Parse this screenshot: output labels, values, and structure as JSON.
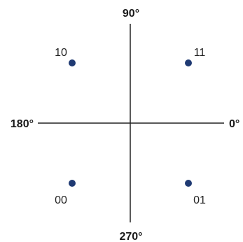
{
  "colors": {
    "axis": "#222222",
    "point": "#1f3a73",
    "text": "#1a1a1a"
  },
  "axes": {
    "angle_0": "0°",
    "angle_90": "90°",
    "angle_180": "180°",
    "angle_270": "270°"
  },
  "points": [
    {
      "label": "11",
      "i": 1,
      "q": 1
    },
    {
      "label": "10",
      "i": -1,
      "q": 1
    },
    {
      "label": "00",
      "i": -1,
      "q": -1
    },
    {
      "label": "01",
      "i": 1,
      "q": -1
    }
  ]
}
